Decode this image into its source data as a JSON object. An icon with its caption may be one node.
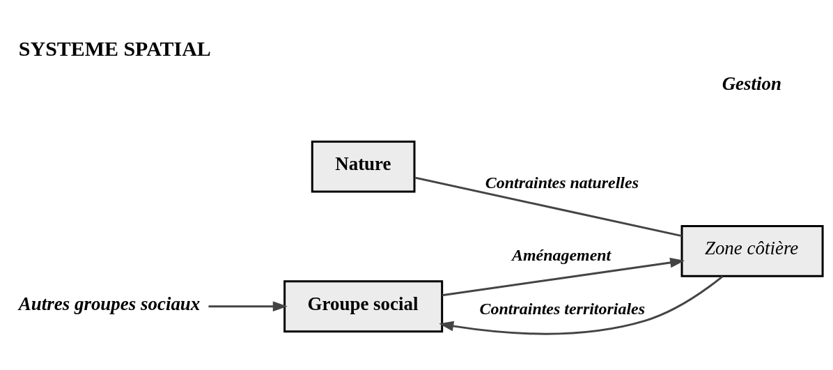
{
  "diagram": {
    "title": "SYSTEME SPATIAL",
    "nodes": [
      {
        "text": [
          "Groupe social"
        ]
      },
      {
        "text": [
          "Zone côtière"
        ]
      },
      {
        "text": [
          "Nature"
        ]
      },
      {
        "text": [
          "Autres groupes sociaux"
        ]
      }
    ],
    "edges": [
      {
        "from": 0,
        "to": 1,
        "arrow": "to",
        "label": "Aménagement"
      },
      {
        "from": 1,
        "to": 0,
        "arrow": "to",
        "label": "Contraintes territoriales"
      },
      {
        "from": 2,
        "to": 1,
        "arrow": "none",
        "label": "Contraintes naturelles"
      },
      {
        "from": 3,
        "to": 0,
        "arrow": "to"
      }
    ],
    "labels": [
      "Gestion"
    ]
  }
}
